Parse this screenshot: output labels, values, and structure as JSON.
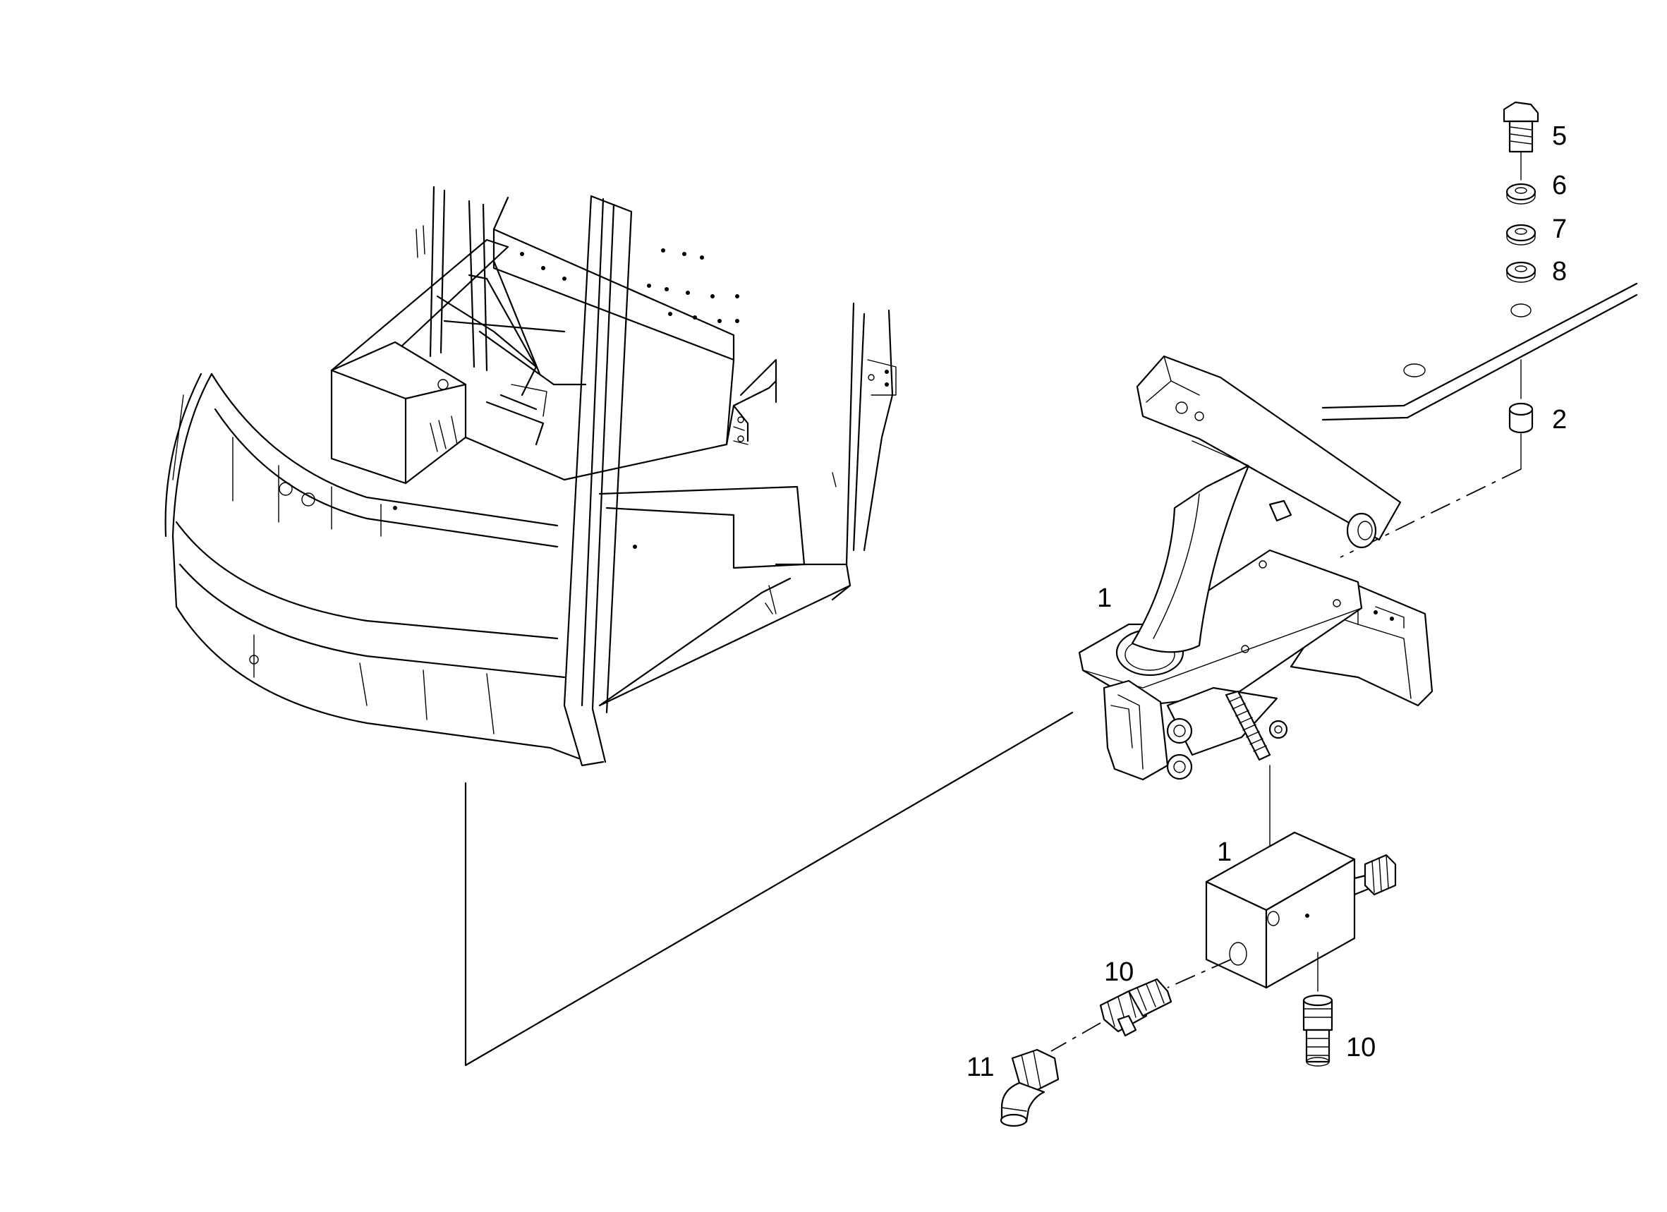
{
  "callouts": [
    {
      "id": "c5",
      "text": "5"
    },
    {
      "id": "c6",
      "text": "6"
    },
    {
      "id": "c7",
      "text": "7"
    },
    {
      "id": "c8",
      "text": "8"
    },
    {
      "id": "c2",
      "text": "2"
    },
    {
      "id": "c1a",
      "text": "1"
    },
    {
      "id": "c1b",
      "text": "1"
    },
    {
      "id": "c10a",
      "text": "10"
    },
    {
      "id": "c10b",
      "text": "10"
    },
    {
      "id": "c11",
      "text": "11"
    }
  ]
}
